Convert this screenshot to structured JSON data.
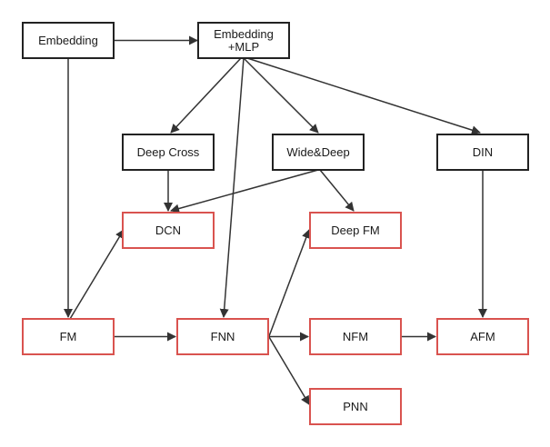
{
  "diagram": {
    "colors": {
      "background": "#ffffff",
      "base_border": "#222222",
      "model_border": "#d9534f",
      "edge": "#333333",
      "text": "#1a1a1a"
    },
    "nodes": [
      {
        "id": "embedding",
        "lines": [
          "Embedding"
        ],
        "style": "base"
      },
      {
        "id": "embedding-mlp",
        "lines": [
          "Embedding",
          "+MLP"
        ],
        "style": "base"
      },
      {
        "id": "deep-cross",
        "lines": [
          "Deep Cross"
        ],
        "style": "base"
      },
      {
        "id": "wide-deep",
        "lines": [
          "Wide&Deep"
        ],
        "style": "base"
      },
      {
        "id": "din",
        "lines": [
          "DIN"
        ],
        "style": "base"
      },
      {
        "id": "dcn",
        "lines": [
          "DCN"
        ],
        "style": "model"
      },
      {
        "id": "deep-fm",
        "lines": [
          "Deep FM"
        ],
        "style": "model"
      },
      {
        "id": "fm",
        "lines": [
          "FM"
        ],
        "style": "model"
      },
      {
        "id": "fnn",
        "lines": [
          "FNN"
        ],
        "style": "model"
      },
      {
        "id": "nfm",
        "lines": [
          "NFM"
        ],
        "style": "model"
      },
      {
        "id": "afm",
        "lines": [
          "AFM"
        ],
        "style": "model"
      },
      {
        "id": "pnn",
        "lines": [
          "PNN"
        ],
        "style": "model"
      }
    ],
    "edges": [
      {
        "from": "embedding",
        "to": "embedding-mlp"
      },
      {
        "from": "embedding",
        "to": "fm"
      },
      {
        "from": "embedding-mlp",
        "to": "deep-cross"
      },
      {
        "from": "embedding-mlp",
        "to": "wide-deep"
      },
      {
        "from": "embedding-mlp",
        "to": "din"
      },
      {
        "from": "embedding-mlp",
        "to": "fnn"
      },
      {
        "from": "deep-cross",
        "to": "dcn"
      },
      {
        "from": "wide-deep",
        "to": "dcn"
      },
      {
        "from": "wide-deep",
        "to": "deep-fm"
      },
      {
        "from": "din",
        "to": "afm"
      },
      {
        "from": "fm",
        "to": "dcn"
      },
      {
        "from": "fm",
        "to": "fnn"
      },
      {
        "from": "fnn",
        "to": "deep-fm"
      },
      {
        "from": "fnn",
        "to": "nfm"
      },
      {
        "from": "fnn",
        "to": "pnn"
      },
      {
        "from": "nfm",
        "to": "afm"
      }
    ]
  }
}
